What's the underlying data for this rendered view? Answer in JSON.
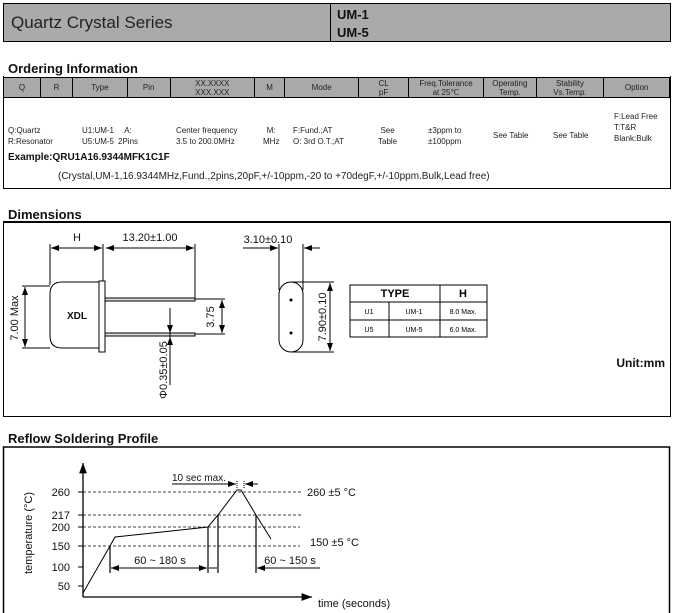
{
  "header": {
    "title": "Quartz Crystal Series",
    "models": [
      "UM-1",
      "UM-5"
    ]
  },
  "ordering": {
    "title": "Ordering Information",
    "columns": [
      "Q",
      "R",
      "Type",
      "Pin",
      "XX.XXXX\nXXX.XXX",
      "M",
      "Mode",
      "CL\npF",
      "Freq.Tolerance\nat 25℃",
      "Operating\nTemp.",
      "Stability\nVs.Temp.",
      "Option"
    ],
    "values": {
      "qr": [
        "Q:Quartz",
        "R:Resonator"
      ],
      "type": [
        "U1:UM-1",
        "U5:UM-5"
      ],
      "pin": [
        "A:",
        "2Pins"
      ],
      "freq": [
        "Center frequency",
        "3.5 to 200.0MHz"
      ],
      "m": [
        "M:",
        "MHz"
      ],
      "mode": [
        "F:Fund.;AT",
        "O: 3rd O.T.;AT"
      ],
      "cl": [
        "See",
        "Table"
      ],
      "tol": [
        "±3ppm to",
        "±100ppm"
      ],
      "op": "See Table",
      "stab": "See Table",
      "option": [
        "F:Lead Free",
        "T:T&R",
        "Blank:Bulk"
      ]
    },
    "example": "Example:QRU1A16.9344MFK1C1F",
    "example_desc": "(Crystal,UM-1,16.9344MHz,Fund.,2pins,20pF,+/-10ppm,-20 to +70degF,+/-10ppm.Bulk,Lead free)"
  },
  "dimensions": {
    "title": "Dimensions",
    "labels": {
      "h": "H",
      "length": "13.20±1.00",
      "height": "7.00 Max",
      "pitch": "3.75",
      "pin_dia": "Φ0.35±0.05",
      "width": "3.10±0.10",
      "side_height": "7.90±0.10",
      "marking": "XDL"
    },
    "type_table": {
      "headers": [
        "TYPE",
        "H"
      ],
      "rows": [
        [
          "U1",
          "UM-1",
          "8.0 Max."
        ],
        [
          "U5",
          "UM-5",
          "6.0 Max."
        ]
      ]
    },
    "unit": "Unit:mm"
  },
  "reflow": {
    "title": "Reflow Soldering Profile",
    "ylabel": "temperature (°C)",
    "xlabel": "time (seconds)",
    "yticks": [
      "260",
      "217",
      "200",
      "150",
      "100",
      "50"
    ],
    "annotations": {
      "peak_time": "10 sec max.",
      "peak_temp": "260 ±5 °C",
      "preheat_temp": "150 ±5 °C",
      "preheat_time": "60 ~ 180 s",
      "above_liquidus": "60 ~ 150 s"
    }
  }
}
